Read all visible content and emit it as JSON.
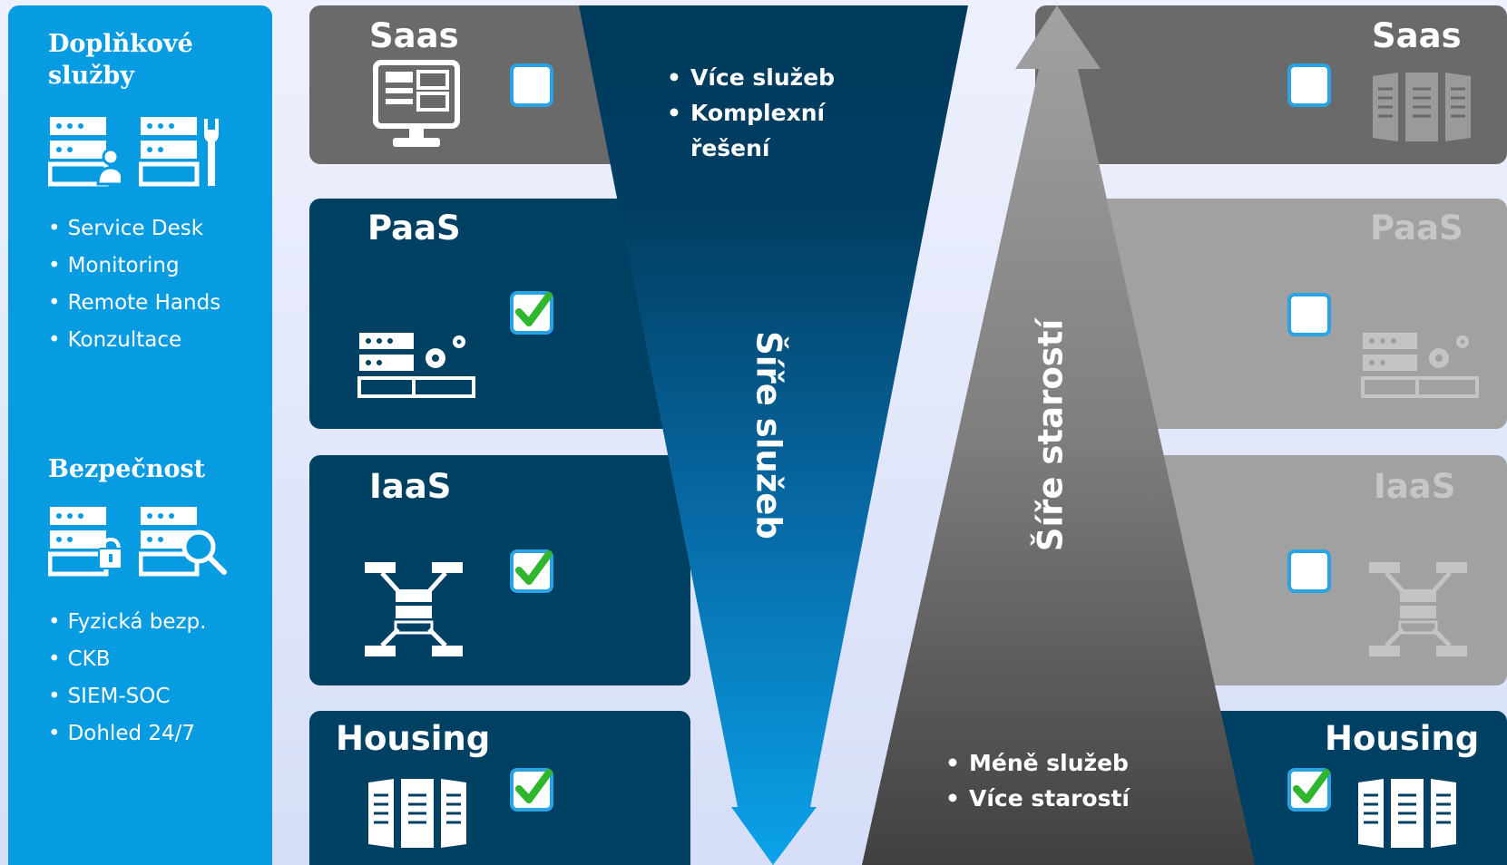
{
  "sidebar": {
    "addon_title": "Doplňkové\nslužby",
    "addon_items": [
      "Service Desk",
      "Monitoring",
      "Remote Hands",
      "Konzultace"
    ],
    "security_title": "Bezpečnost",
    "security_items": [
      "Fyzická bezp.",
      "CKB",
      "SIEM-SOC",
      "Dohled 24/7"
    ]
  },
  "left_column": {
    "saas": {
      "label": "Saas",
      "checked": false
    },
    "paas": {
      "label": "PaaS",
      "checked": true
    },
    "iaas": {
      "label": "IaaS",
      "checked": true
    },
    "housing": {
      "label": "Housing",
      "checked": true
    }
  },
  "right_column": {
    "saas": {
      "label": "Saas",
      "checked": false
    },
    "paas": {
      "label": "PaaS",
      "checked": false
    },
    "iaas": {
      "label": "IaaS",
      "checked": false
    },
    "housing": {
      "label": "Housing",
      "checked": true
    }
  },
  "down_arrow": {
    "bullets": [
      "Více služeb",
      "Komplexní\nřešení"
    ],
    "label": "Šíře služeb"
  },
  "up_arrow": {
    "bullets": [
      "Méně služeb",
      "Více starostí"
    ],
    "label": "Šíře starostí"
  },
  "colors": {
    "sidebar": "#079be2",
    "panel_dark": "#004063",
    "panel_gray": "#6a6a6a",
    "panel_light_gray": "#a1a1a1",
    "check_green": "#2fb52e",
    "check_border": "#2aa3e4"
  }
}
